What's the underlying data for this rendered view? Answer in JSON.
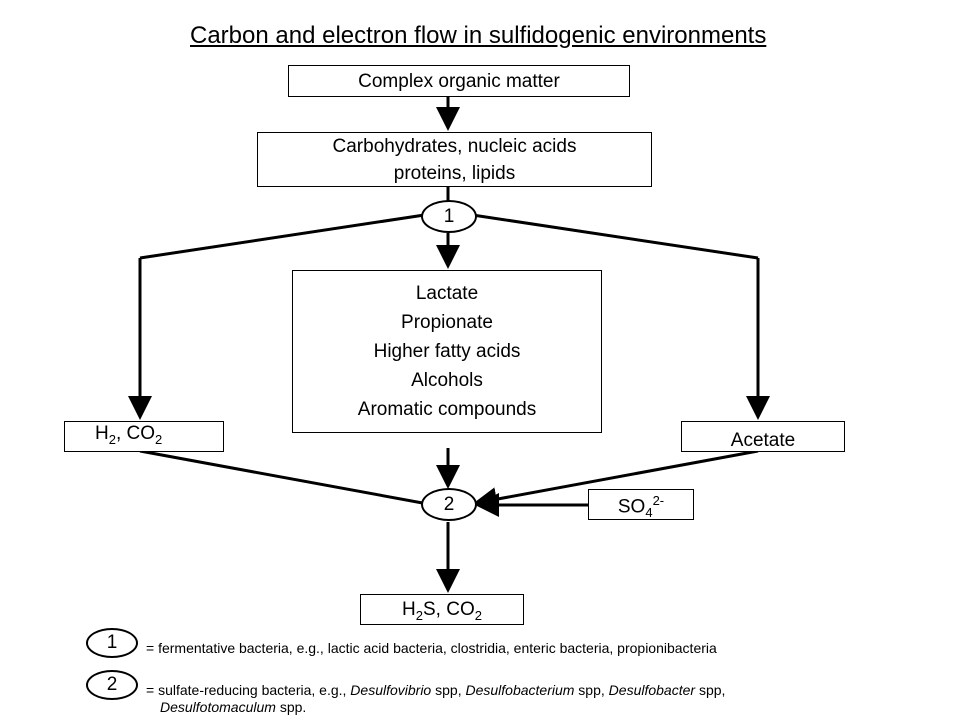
{
  "title": "Carbon and electron flow in sulfidogenic environments",
  "boxes": {
    "complex": "Complex organic matter",
    "polymers_line1": "Carbohydrates, nucleic acids",
    "polymers_line2": "proteins, lipids",
    "intermediates": [
      "Lactate",
      "Propionate",
      "Higher fatty acids",
      "Alcohols",
      "Aromatic compounds"
    ],
    "h2_co2": {
      "h": "H",
      "sub1": "2",
      "mid": ", CO",
      "sub2": "2"
    },
    "acetate": "Acetate",
    "sulfate": {
      "base": "SO",
      "sub": "4",
      "sup": "2-"
    },
    "products": {
      "h": "H",
      "sub1": "2",
      "mid": "S, CO",
      "sub2": "2"
    }
  },
  "nodes": {
    "one": "1",
    "two": "2"
  },
  "legend": {
    "one_label": "1",
    "one_text": "= fermentative bacteria, e.g., lactic acid bacteria, clostridia, enteric bacteria, propionibacteria",
    "two_label": "2",
    "two_prefix": "= sulfate-reducing bacteria, e.g., ",
    "two_g1": "Desulfovibrio",
    "two_s1": " spp, ",
    "two_g2": "Desulfobacterium",
    "two_s2": " spp, ",
    "two_g3": "Desulfobacter",
    "two_s3": " spp,",
    "two_g4": "Desulfotomaculum",
    "two_s4": " spp."
  }
}
